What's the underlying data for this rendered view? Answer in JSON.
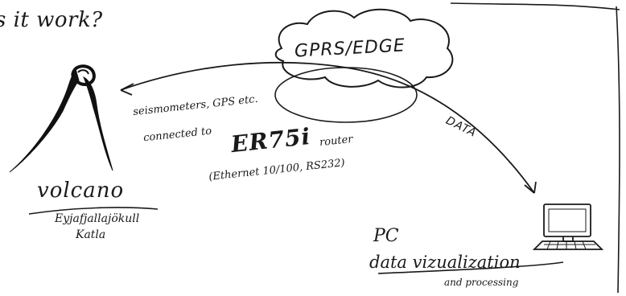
{
  "title": "s it work?",
  "network": {
    "label": "GPRS/EDGE"
  },
  "link": {
    "label": "DATA"
  },
  "router": {
    "sensors": "seismometers, GPS etc.",
    "connected_prefix": "connected to",
    "model": "ER75i",
    "suffix": "router",
    "interfaces": "(Ethernet 10/100, RS232)"
  },
  "volcano": {
    "label": "volcano",
    "names": [
      "Eyjafjallajökull",
      "Katla"
    ]
  },
  "pc": {
    "label": "PC",
    "description": "data vizualization",
    "sub": "and processing"
  },
  "icons": {
    "volcano": "volcano-sketch-icon",
    "network": "cloud-icon",
    "pc": "computer-icon"
  },
  "colors": {
    "ink": "#1a1a1a",
    "background": "#ffffff"
  }
}
